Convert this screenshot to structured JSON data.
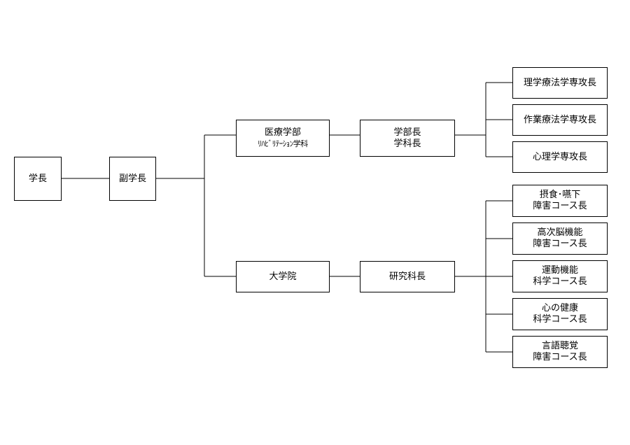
{
  "nodes": {
    "president": {
      "lines": [
        "学長"
      ]
    },
    "vice_president": {
      "lines": [
        "副学長"
      ]
    },
    "faculty": {
      "lines": [
        "医療学部",
        "ﾘﾊﾋﾞﾘﾃｰｼｮﾝ学科"
      ]
    },
    "grad_school": {
      "lines": [
        "大学院"
      ]
    },
    "dean": {
      "lines": [
        "学部長",
        "学科長"
      ]
    },
    "research_dean": {
      "lines": [
        "研究科長"
      ]
    },
    "pt_head": {
      "lines": [
        "理学療法学専攻長"
      ]
    },
    "ot_head": {
      "lines": [
        "作業療法学専攻長"
      ]
    },
    "psych_head": {
      "lines": [
        "心理学専攻長"
      ]
    },
    "swallow_head": {
      "lines": [
        "摂食･嚥下",
        "障害コース長"
      ]
    },
    "brain_head": {
      "lines": [
        "高次脳機能",
        "障害コース長"
      ]
    },
    "motor_head": {
      "lines": [
        "運動機能",
        "科学コース長"
      ]
    },
    "health_head": {
      "lines": [
        "心の健康",
        "科学コース長"
      ]
    },
    "speech_head": {
      "lines": [
        "言語聴覚",
        "障害コース長"
      ]
    }
  }
}
